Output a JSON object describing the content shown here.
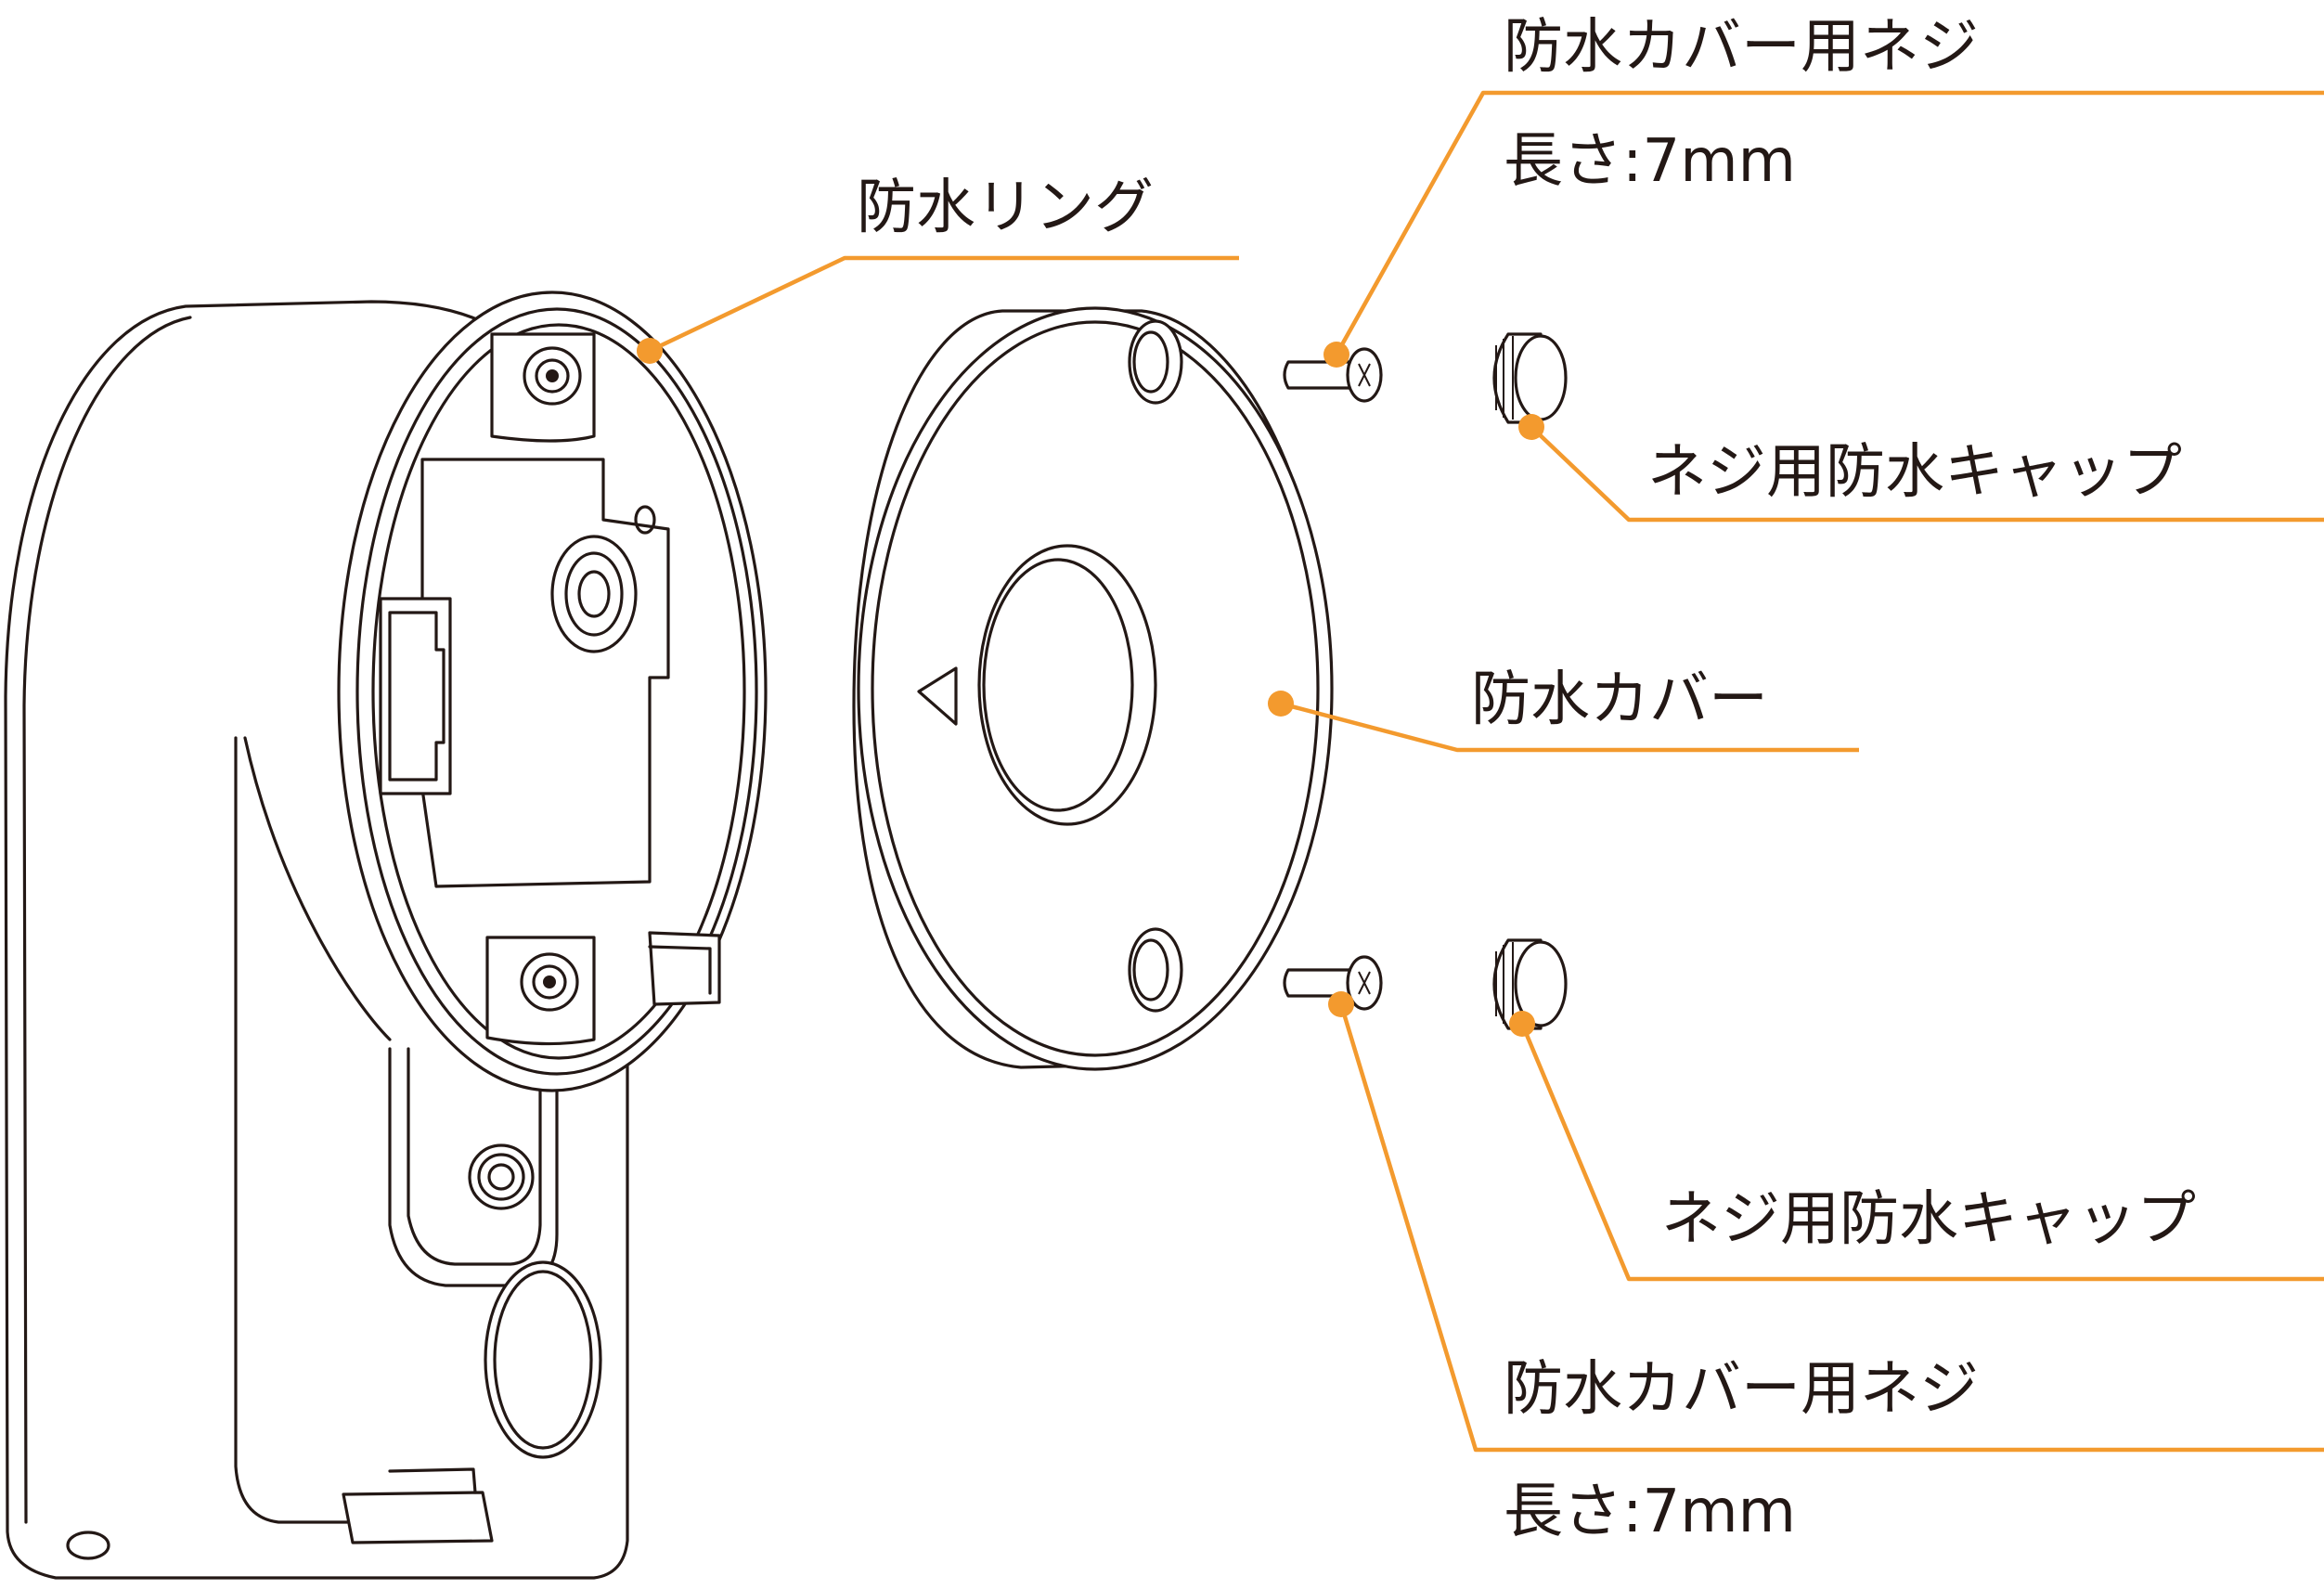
{
  "labels": {
    "ring": "防水リング",
    "cover_screw_top": "防水カバー用ネジ",
    "cover_screw_top_length": "長さ:7mm",
    "cap_top": "ネジ用防水キャップ",
    "cover": "防水カバー",
    "cap_bottom": "ネジ用防水キャップ",
    "cover_screw_bottom": "防水カバー用ネジ",
    "cover_screw_bottom_length": "長さ:7mm"
  },
  "colors": {
    "leader": "#f39a2e",
    "outline": "#231815",
    "text": "#231815",
    "background": "#ffffff"
  }
}
